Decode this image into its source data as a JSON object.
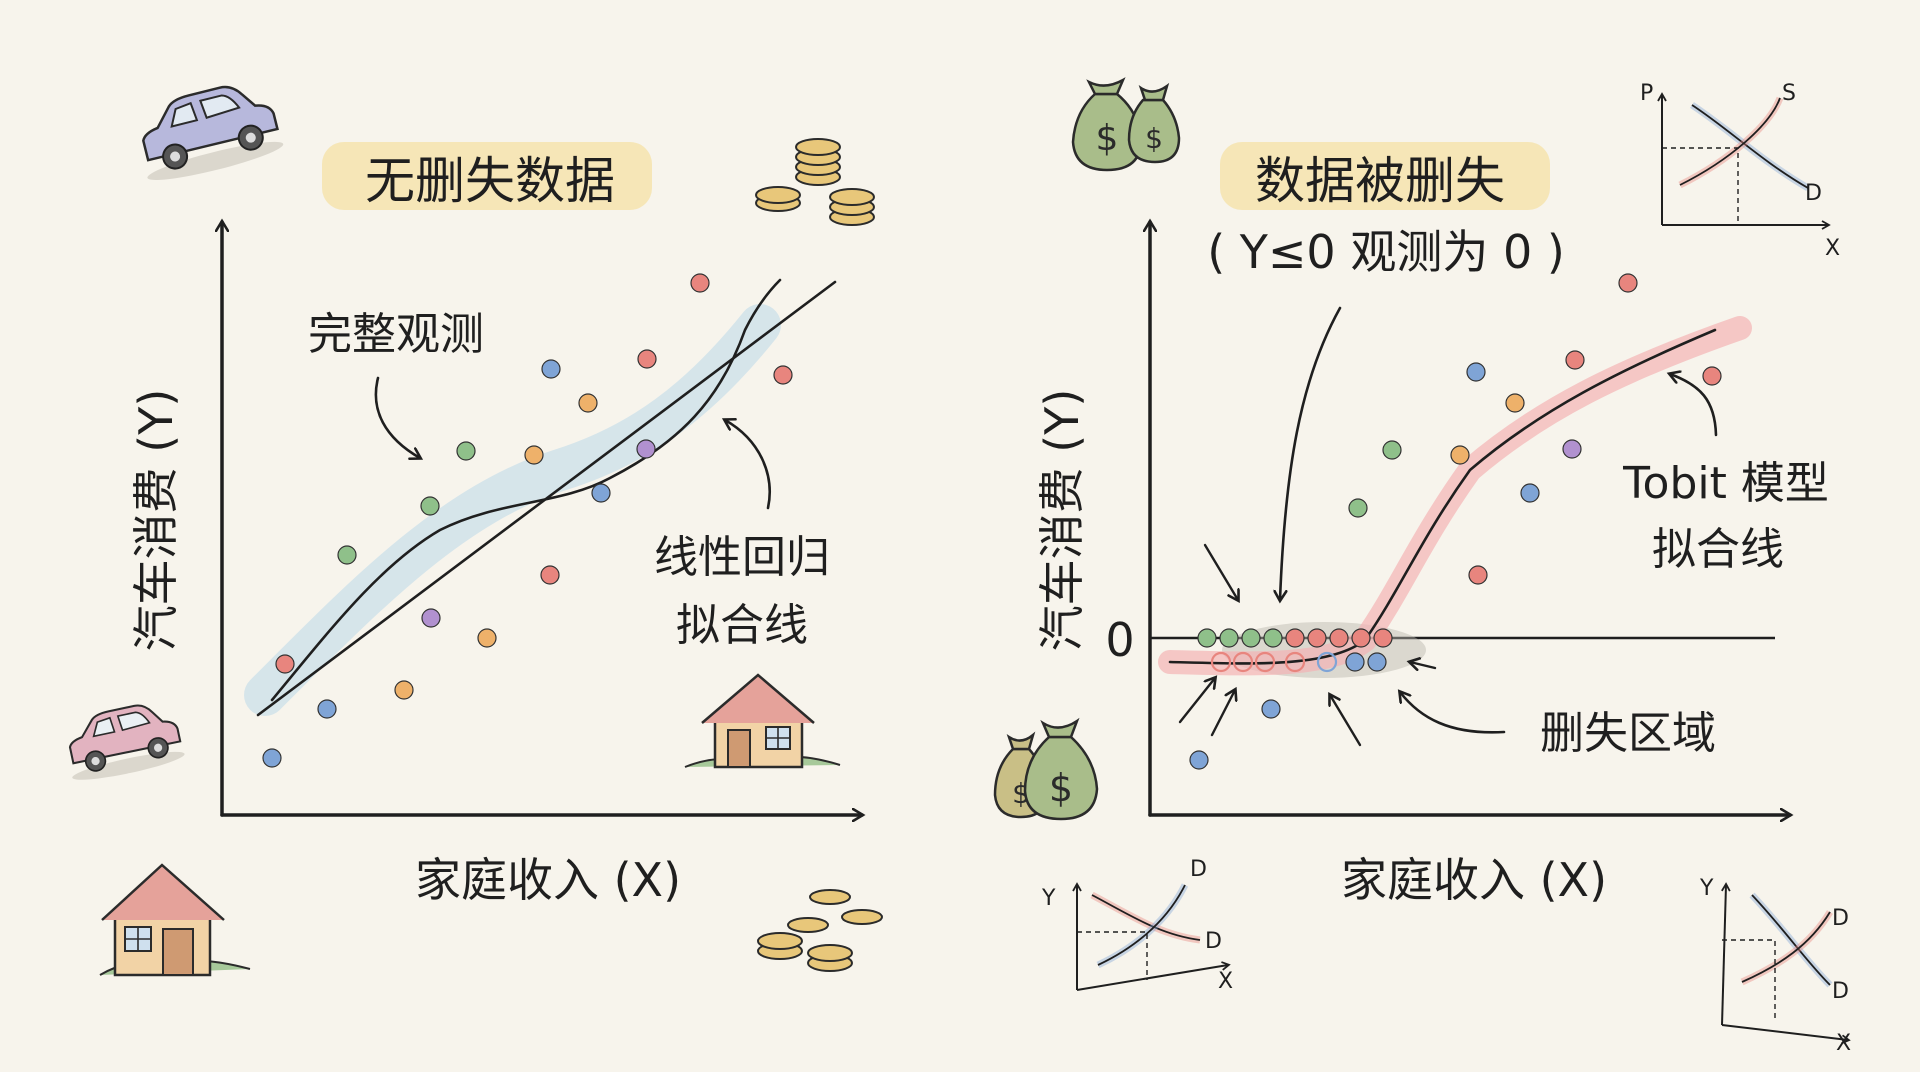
{
  "left_panel": {
    "title": "无删失数据",
    "y_label": "汽车消费 (Y)",
    "x_label": "家庭收入 (X)",
    "annotation_complete": "完整观测",
    "annotation_fit_line1": "线性回归",
    "annotation_fit_line2": "拟合线"
  },
  "right_panel": {
    "title": "数据被删失",
    "subtitle": "( Y≤0 观测为 0 )",
    "y_label": "汽车消费 (Y)",
    "x_label": "家庭收入 (X)",
    "zero_label": "0",
    "annotation_tobit_line1": "Tobit 模型",
    "annotation_tobit_line2": "拟合线",
    "annotation_censored": "删失区域"
  },
  "mini_charts": {
    "top_right": {
      "y": "P",
      "x": "X",
      "curve_up": "S",
      "curve_down": "D"
    },
    "bottom_left": {
      "y": "Y",
      "x": "X",
      "curve_up": "D",
      "curve_down": "D"
    },
    "bottom_right": {
      "y": "Y",
      "x": "X",
      "curve_up": "D",
      "curve_down": "D"
    }
  },
  "colors": {
    "red": "#e8857e",
    "green": "#8fc08a",
    "blue": "#7fa4d6",
    "orange": "#eeb16a",
    "purple": "#b191cf",
    "ink": "#1f1f1f",
    "title_highlight": "#f6e2a6",
    "blue_band": "#bcd8ea",
    "red_band": "#f3b3b5"
  }
}
